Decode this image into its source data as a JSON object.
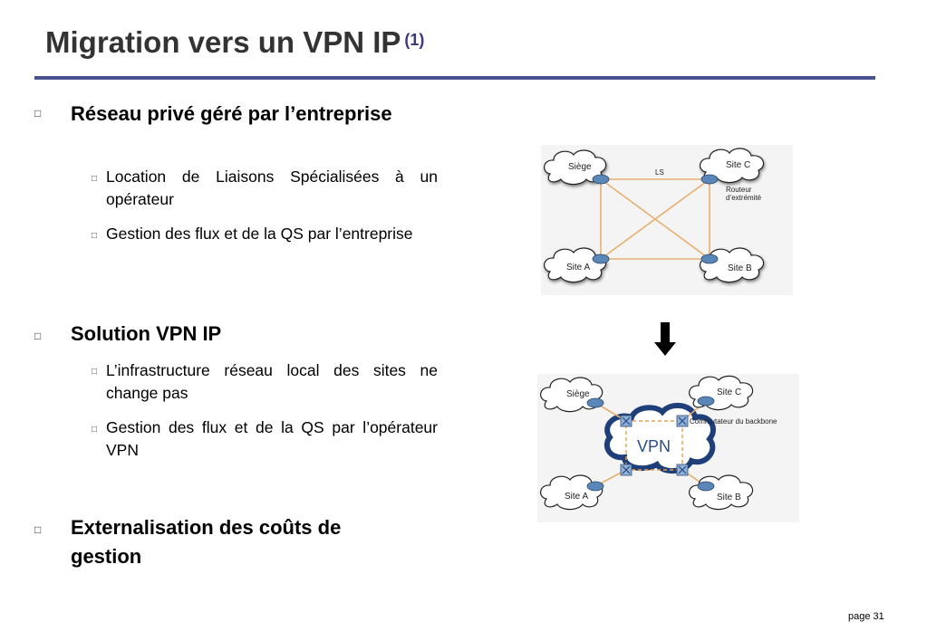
{
  "slide": {
    "title": "Migration vers un VPN IP",
    "title_sup": "(1)",
    "page": "page 31"
  },
  "bullets": [
    {
      "heading": "Réseau privé géré par l’entreprise",
      "items": [
        "Location de Liaisons Spécialisées à un opérateur",
        "Gestion des flux et de la QS par l’entreprise"
      ]
    },
    {
      "heading": "Solution VPN IP",
      "items": [
        "L’infrastructure réseau local des sites ne change pas",
        "Gestion des flux et de la QS par l’opérateur VPN"
      ]
    },
    {
      "heading": "Externalisation des coûts de gestion",
      "items": []
    }
  ],
  "diagram_top": {
    "sites": [
      "Siège",
      "Site C",
      "Site A",
      "Site B"
    ],
    "link_label": "LS",
    "router_label_1": "Routeur",
    "router_label_2": "d’extrémité"
  },
  "diagram_bottom": {
    "sites": [
      "Siège",
      "Site C",
      "Site A",
      "Site B"
    ],
    "cloud_label": "VPN",
    "switch_label": "Commutateur du backbone"
  },
  "colors": {
    "title": "#333333",
    "rule": "#4a5290",
    "link": "#e8b070",
    "router": "#5a86b8",
    "vpn_cloud": "#1f3f7a"
  },
  "icons": {
    "bullet": "square-bullet-icon",
    "arrow": "arrow-down-icon"
  }
}
